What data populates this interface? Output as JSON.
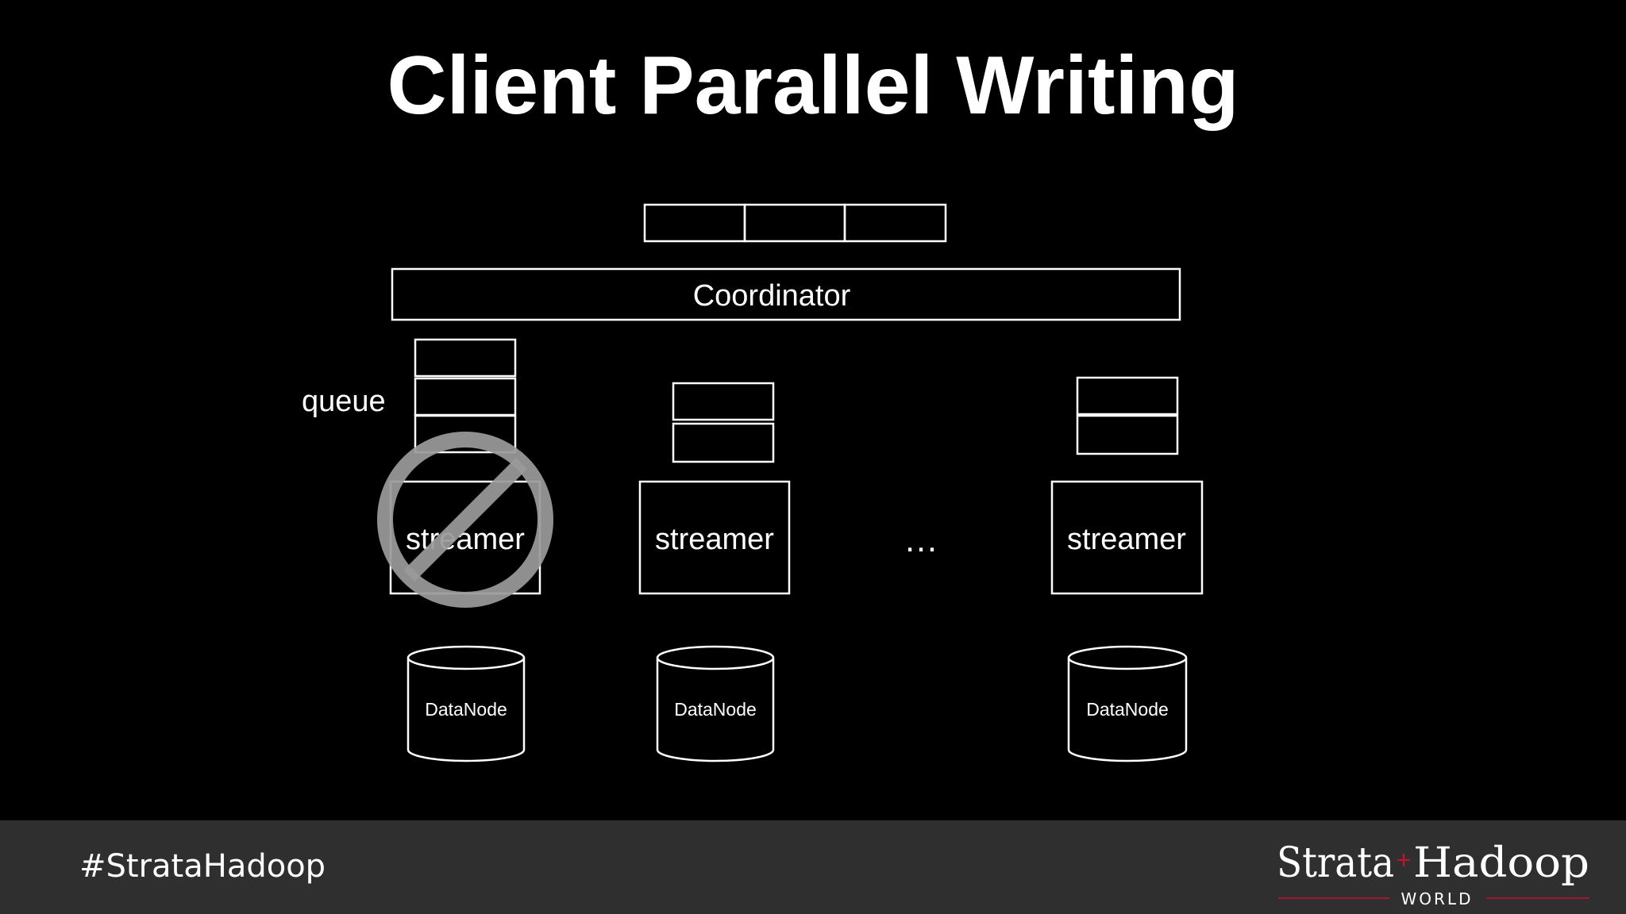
{
  "title": "Client Parallel Writing",
  "coordinator": {
    "label": "Coordinator",
    "buffer_cells": 3
  },
  "queue_label": "queue",
  "streamers": [
    {
      "label": "streamer",
      "queue_cells": 3,
      "blocked": true
    },
    {
      "label": "streamer",
      "queue_cells": 2,
      "blocked": false
    },
    {
      "label": "streamer",
      "queue_cells": 2,
      "blocked": false
    }
  ],
  "ellipsis": "…",
  "datanodes": [
    "DataNode",
    "DataNode",
    "DataNode"
  ],
  "footer": {
    "hashtag": "#StrataHadoop",
    "logo_main_left": "Strata",
    "logo_main_right": "Hadoop",
    "logo_plus": "+",
    "logo_sub": "WORLD"
  },
  "colors": {
    "background": "#000000",
    "foreground": "#ffffff",
    "footer": "#2f2f2f",
    "blocked_symbol": "#9a9a9a",
    "logo_accent": "#c8102e"
  },
  "icons": {
    "blocked": "prohibited-icon"
  }
}
